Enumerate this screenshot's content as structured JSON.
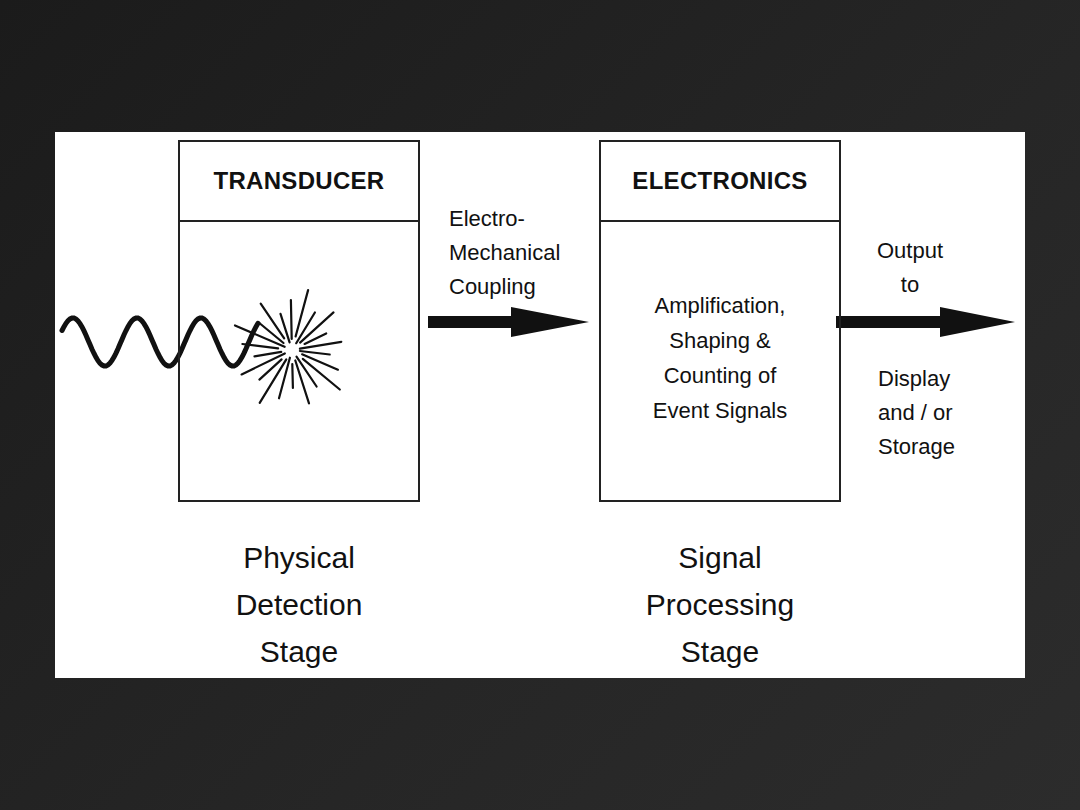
{
  "diagram": {
    "nodes": [
      {
        "text": [
          "TRANSDUCER",
          "Physical Detection Stage"
        ]
      },
      {
        "text": [
          "ELECTRONICS",
          "Amplification, Shaping & Counting of Event Signals",
          "Signal Processing Stage"
        ]
      }
    ],
    "edges": [
      {
        "from": 0,
        "to": 1,
        "arrow": "to",
        "label": "Electro- Mechanical Coupling"
      }
    ],
    "labels": [
      "Output to",
      "Display and / or Storage"
    ]
  }
}
